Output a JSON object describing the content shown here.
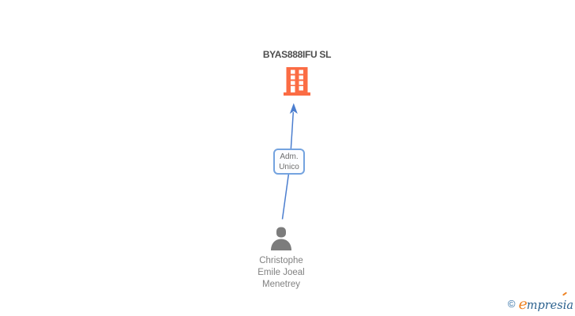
{
  "diagram": {
    "company": {
      "name": "BYAS888IFU SL",
      "icon": "building-icon"
    },
    "edge": {
      "label_lines": [
        "Adm.",
        "Unico"
      ],
      "direction": "person-to-company"
    },
    "person": {
      "name_lines": [
        "Christophe",
        "Emile Joeal",
        "Menetrey"
      ],
      "icon": "person-icon"
    }
  },
  "branding": {
    "copyright_symbol": "©",
    "logo_initial": "e",
    "logo_rest": "mpresia"
  },
  "colors": {
    "building_orange": "#FB6C44",
    "arrow_blue": "#4B7ECF",
    "box_border_blue": "#74A3DF",
    "title_gray": "#4D4D4D",
    "node_text_gray": "#818181",
    "edge_label_gray": "#6E6E6E",
    "person_gray": "#7C7C7C",
    "logo_orange": "#EE8324",
    "logo_blue": "#2B618E",
    "background": "#FFFFFF"
  }
}
